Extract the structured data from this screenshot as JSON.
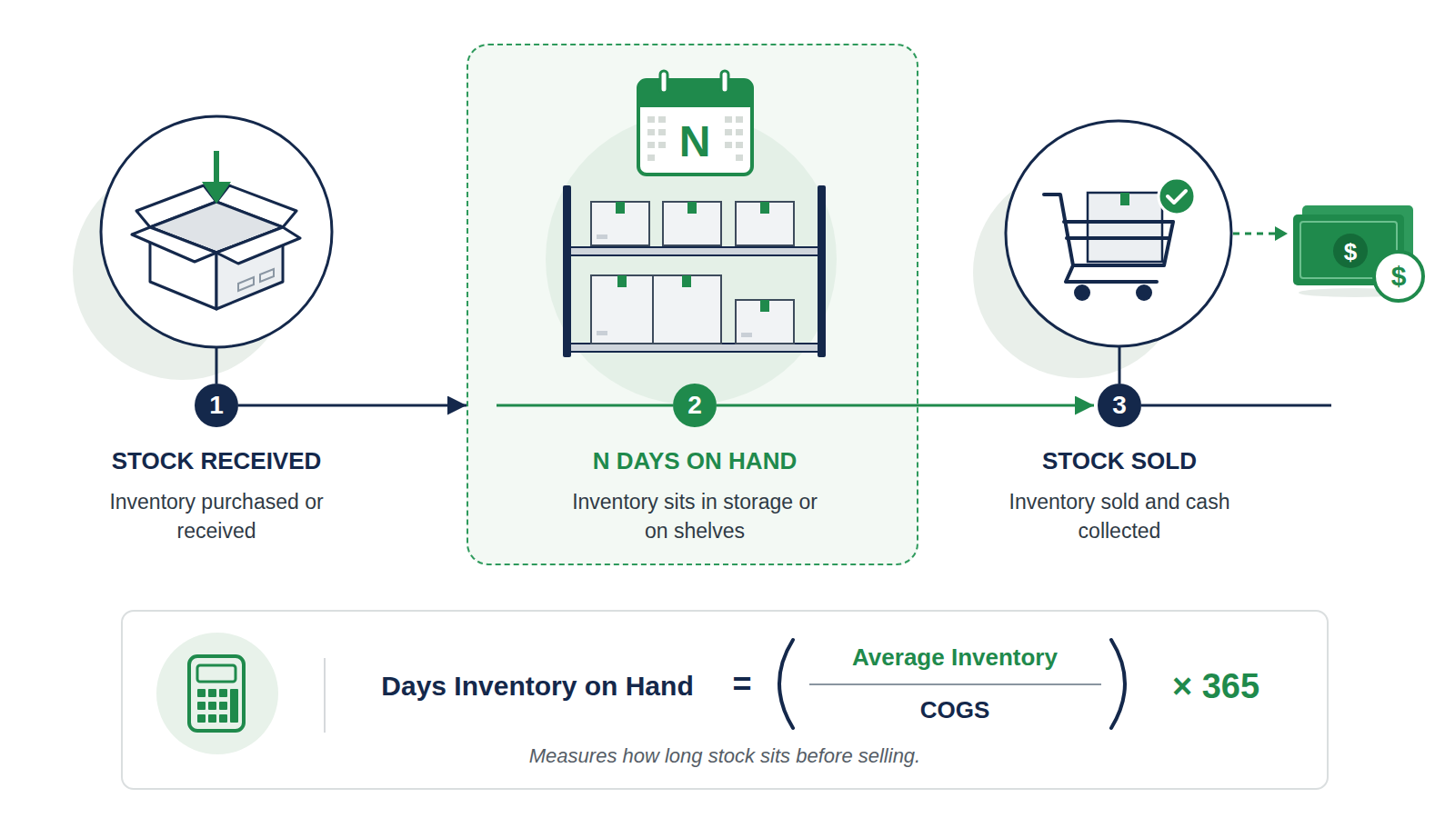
{
  "diagram": {
    "nodes": [
      {
        "text": [
          "1",
          "STOCK RECEIVED",
          "Inventory purchased or received"
        ]
      },
      {
        "text": [
          "N DAYS ON HAND",
          "Inventory sits in storage or on shelves"
        ]
      },
      {
        "text": [
          "N"
        ],
        "in": 1
      },
      {
        "text": [
          "2"
        ],
        "in": 1
      },
      {
        "text": [
          "3",
          "STOCK SOLD",
          "Inventory sold and cash collected"
        ]
      },
      {
        "text": [
          "Days Inventory on Hand",
          "=",
          "Average Inventory",
          "COGS",
          "× 365",
          "Measures how long stock sits before selling."
        ]
      }
    ],
    "edges": [
      {
        "from": 0,
        "to": 1,
        "arrow": "to"
      },
      {
        "from": 3,
        "to": 4,
        "arrow": "to"
      }
    ],
    "labels": [
      "$",
      "$"
    ]
  }
}
